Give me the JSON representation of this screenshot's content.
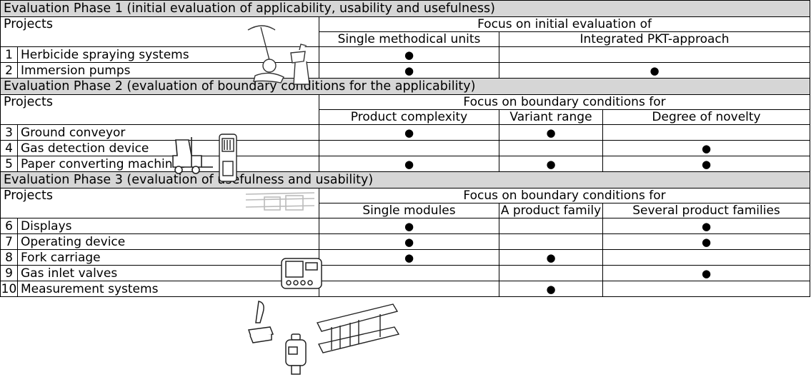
{
  "phases": [
    {
      "title": "Evaluation Phase 1 (initial evaluation of applicability, usability and usefulness)",
      "projects_label": "Projects",
      "focus_label": "Focus on initial evaluation of",
      "columns": [
        "Single methodical units",
        "Integrated PKT-approach"
      ],
      "rows": [
        {
          "num": "1",
          "name": "Herbicide spraying systems",
          "marks": [
            "●",
            ""
          ]
        },
        {
          "num": "2",
          "name": "Immersion pumps",
          "marks": [
            "●",
            "●"
          ]
        }
      ]
    },
    {
      "title": "Evaluation Phase 2 (evaluation of boundary conditions for the applicability)",
      "projects_label": "Projects",
      "focus_label": "Focus on boundary conditions for",
      "columns": [
        "Product complexity",
        "Variant range",
        "Degree of novelty"
      ],
      "rows": [
        {
          "num": "3",
          "name": "Ground conveyor",
          "marks": [
            "●",
            "●",
            ""
          ]
        },
        {
          "num": "4",
          "name": "Gas detection device",
          "marks": [
            "",
            "",
            "●"
          ]
        },
        {
          "num": "5",
          "name": "Paper converting machines",
          "marks": [
            "●",
            "●",
            "●"
          ]
        }
      ]
    },
    {
      "title": "Evaluation Phase 3 (evaluation of usefulness and usability)",
      "projects_label": "Projects",
      "focus_label": "Focus on boundary conditions for",
      "columns": [
        "Single modules",
        "A product family",
        "Several product families"
      ],
      "rows": [
        {
          "num": "6",
          "name": "Displays",
          "marks": [
            "●",
            "",
            "●"
          ]
        },
        {
          "num": "7",
          "name": "Operating device",
          "marks": [
            "●",
            "",
            "●"
          ]
        },
        {
          "num": "8",
          "name": "Fork carriage",
          "marks": [
            "●",
            "●",
            ""
          ]
        },
        {
          "num": "9",
          "name": "Gas inlet valves",
          "marks": [
            "",
            "",
            "●"
          ]
        },
        {
          "num": "10",
          "name": "Measurement systems",
          "marks": [
            "",
            "●",
            ""
          ]
        }
      ]
    }
  ]
}
